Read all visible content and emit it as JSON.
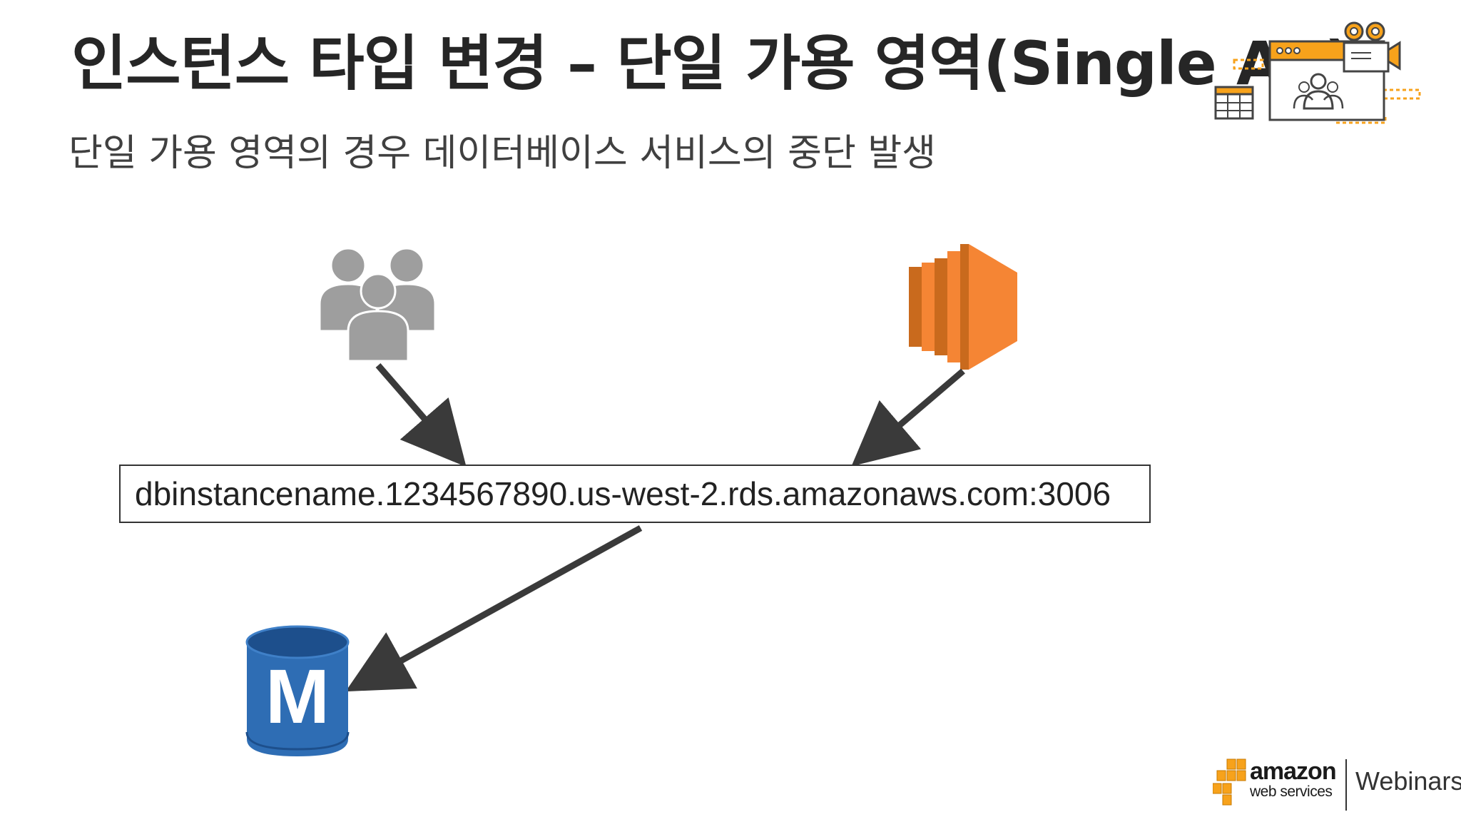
{
  "slide": {
    "title": "인스턴스 타입 변경 – 단일 가용 영역(Single AZ)",
    "subtitle": "단일 가용 영역의 경우 데이터베이스 서비스의 중단 발생"
  },
  "diagram": {
    "endpoint": "dbinstancename.1234567890.us-west-2.rds.amazonaws.com:3006",
    "master_db_letter": "M"
  },
  "branding": {
    "aws_word": "amazon",
    "aws_sub": "web services",
    "webinars": "Webinars"
  },
  "colors": {
    "title": "#262626",
    "users_icon": "#9e9e9e",
    "ec2_icon": "#f58534",
    "db_icon": "#2e6db4",
    "arrow": "#3a3a3a",
    "aws_orange": "#f7a21b"
  },
  "icons": {
    "header": "webinar-camera-icon",
    "users": "users-group-icon",
    "ec2": "ec2-instance-icon",
    "db": "rds-master-db-icon",
    "aws_logo": "aws-logo-icon"
  }
}
